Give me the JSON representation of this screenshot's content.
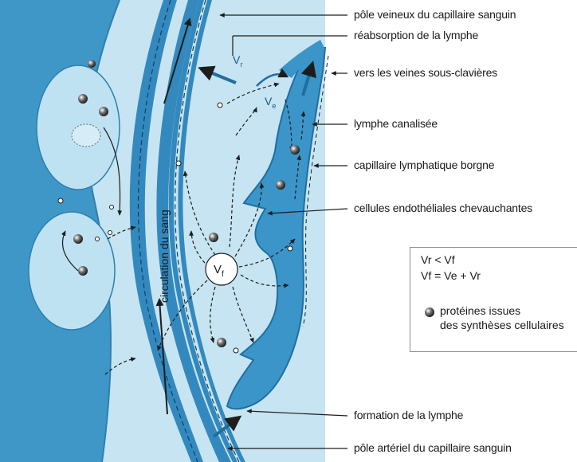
{
  "labels": {
    "pole_veineux": "pôle veineux du capillaire sanguin",
    "reabsorption": "réabsorption de la lymphe",
    "vers_veines": "vers les veines sous-clavières",
    "lymphe_canalisee": "lymphe canalisée",
    "capillaire_lymphatique": "capillaire lymphatique borgne",
    "cellules_endotheliales": "cellules endothéliales chevauchantes",
    "formation_lymphe": "formation de la lymphe",
    "pole_arteriel": "pôle artériel du capillaire sanguin",
    "circulation_sang": "circulation du sang"
  },
  "symbols": {
    "vr": "V",
    "vr_sub": "r",
    "ve": "V",
    "ve_sub": "e",
    "vf": "V",
    "vf_sub": "f"
  },
  "legend": {
    "eq1": "Vr < Vf",
    "eq2": "Vf = Ve + Vr",
    "proteines_line1": "protéines issues",
    "proteines_line2": "des synthèses cellulaires"
  },
  "colors": {
    "background": "#ffffff",
    "tissue": "#c6e4f1",
    "cell_left": "#3f97c8",
    "vessel_wall": "#3389bd",
    "vessel_lumen": "#c6e4f1",
    "lymph": "#3b95c9",
    "arrow_dark": "#1d1d1d",
    "arrow_blue": "#226e9e"
  }
}
